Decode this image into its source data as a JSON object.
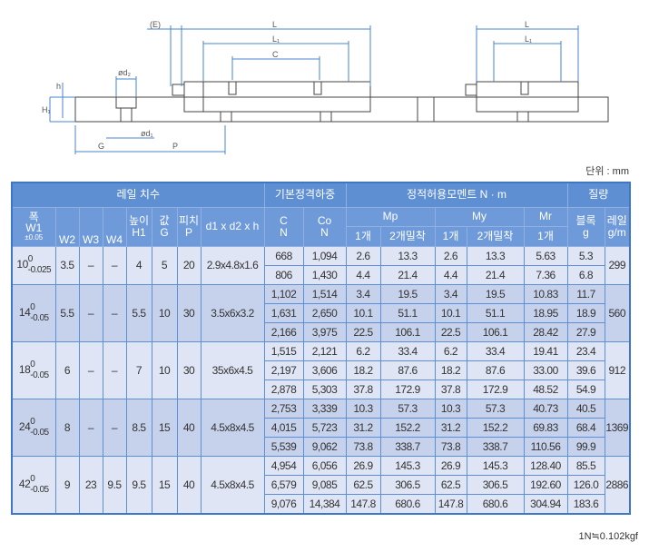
{
  "diagram": {
    "labels": {
      "e": "(E)",
      "l": "L",
      "l1": "L₁",
      "c": "C",
      "d2": "ød₂",
      "h": "h",
      "h1": "H₁",
      "d1": "ød₁",
      "g": "G",
      "p": "P",
      "l_right": "L",
      "l1_right": "L₁"
    }
  },
  "unit": "단위 : mm",
  "note": "1N≒0.102kgf",
  "header": {
    "rail_dim": "레일 치수",
    "basic_load": "기본정격하중",
    "static_moment": "정적허용모멘트 N · m",
    "mass": "질량",
    "w1_top": "폭",
    "w1": "W1",
    "w1_tol": "±0.05",
    "w2": "W2",
    "w3": "W3",
    "w4": "W4",
    "h1_top": "높이",
    "h1": "H1",
    "g_top": "값",
    "g": "G",
    "p_top": "피치",
    "p": "P",
    "dxdxh": "d1 x d2 x h",
    "c": "C",
    "c_unit": "N",
    "co": "Co",
    "co_unit": "N",
    "mp": "Mp",
    "my": "My",
    "mr": "Mr",
    "one": "1개",
    "two": "2개밀착",
    "block": "블록",
    "block_unit": "g",
    "rail": "레일",
    "rail_unit": "g/m"
  },
  "groups": [
    {
      "w1": "10",
      "tol_up": "0",
      "tol_low": "-0.025",
      "w2": "3.5",
      "w3": "–",
      "w4": "–",
      "h1": "4",
      "g": "5",
      "p": "20",
      "dxdxh": "2.9x4.8x1.6",
      "rail": "299",
      "rows": [
        [
          "668",
          "1,094",
          "2.6",
          "13.3",
          "2.6",
          "13.3",
          "5.63",
          "5.3"
        ],
        [
          "806",
          "1,430",
          "4.4",
          "21.4",
          "4.4",
          "21.4",
          "7.36",
          "6.8"
        ]
      ]
    },
    {
      "w1": "14",
      "tol_up": "0",
      "tol_low": "-0.05",
      "w2": "5.5",
      "w3": "–",
      "w4": "–",
      "h1": "5.5",
      "g": "10",
      "p": "30",
      "dxdxh": "3.5x6x3.2",
      "rail": "560",
      "rows": [
        [
          "1,102",
          "1,514",
          "3.4",
          "19.5",
          "3.4",
          "19.5",
          "10.83",
          "11.7"
        ],
        [
          "1,631",
          "2,650",
          "10.1",
          "51.1",
          "10.1",
          "51.1",
          "18.95",
          "18.9"
        ],
        [
          "2,166",
          "3,975",
          "22.5",
          "106.1",
          "22.5",
          "106.1",
          "28.42",
          "27.9"
        ]
      ]
    },
    {
      "w1": "18",
      "tol_up": "0",
      "tol_low": "-0.05",
      "w2": "6",
      "w3": "–",
      "w4": "–",
      "h1": "7",
      "g": "10",
      "p": "30",
      "dxdxh": "35x6x4.5",
      "rail": "912",
      "rows": [
        [
          "1,515",
          "2,121",
          "6.2",
          "33.4",
          "6.2",
          "33.4",
          "19.41",
          "23.4"
        ],
        [
          "2,197",
          "3,606",
          "18.2",
          "87.6",
          "18.2",
          "87.6",
          "33.00",
          "39.6"
        ],
        [
          "2,878",
          "5,303",
          "37.8",
          "172.9",
          "37.8",
          "172.9",
          "48.52",
          "54.9"
        ]
      ]
    },
    {
      "w1": "24",
      "tol_up": "0",
      "tol_low": "-0.05",
      "w2": "8",
      "w3": "–",
      "w4": "–",
      "h1": "8.5",
      "g": "15",
      "p": "40",
      "dxdxh": "4.5x8x4.5",
      "rail": "1369",
      "rows": [
        [
          "2,753",
          "3,339",
          "10.3",
          "57.3",
          "10.3",
          "57.3",
          "40.73",
          "40.5"
        ],
        [
          "4,015",
          "5,723",
          "31.2",
          "152.2",
          "31.2",
          "152.2",
          "69.83",
          "68.4"
        ],
        [
          "5,539",
          "9,062",
          "73.8",
          "338.7",
          "73.8",
          "338.7",
          "110.56",
          "99.9"
        ]
      ]
    },
    {
      "w1": "42",
      "tol_up": "0",
      "tol_low": "-0.05",
      "w2": "9",
      "w3": "23",
      "w4": "9.5",
      "h1": "9.5",
      "g": "15",
      "p": "40",
      "dxdxh": "4.5x8x4.5",
      "rail": "2886",
      "rows": [
        [
          "4,954",
          "6,056",
          "26.9",
          "145.3",
          "26.9",
          "145.3",
          "128.40",
          "85.5"
        ],
        [
          "6,579",
          "9,085",
          "62.5",
          "306.5",
          "62.5",
          "306.5",
          "192.60",
          "126.0"
        ],
        [
          "9,076",
          "14,384",
          "147.8",
          "680.6",
          "147.8",
          "680.6",
          "304.94",
          "183.6"
        ]
      ]
    }
  ]
}
